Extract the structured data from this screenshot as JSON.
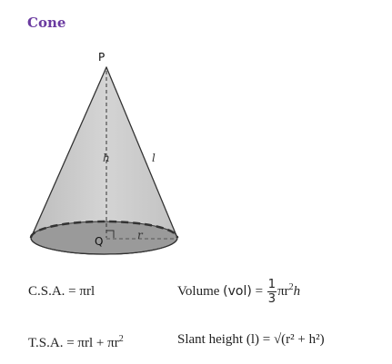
{
  "title": "Cone",
  "labels": {
    "apex": "P",
    "center": "Q",
    "height": "h",
    "radius": "r",
    "slant": "l"
  },
  "formulas": {
    "csa": "C.S.A. = πrl",
    "tsa_prefix": "T.S.A. = πrl + πr",
    "tsa_exp": "2",
    "volume_prefix": "Volume ",
    "volume_vol": "(vol)",
    "volume_eq": " = ",
    "volume_num": "1",
    "volume_den": "3",
    "volume_suffix": "πr",
    "volume_exp": "2",
    "volume_h": "h",
    "slant": "Slant height (l) = √(r² + h²)"
  },
  "colors": {
    "title": "#6a3aa0",
    "cone_fill": "#c8c8c8",
    "base_fill": "#9a9a9a",
    "outline": "#333333"
  }
}
